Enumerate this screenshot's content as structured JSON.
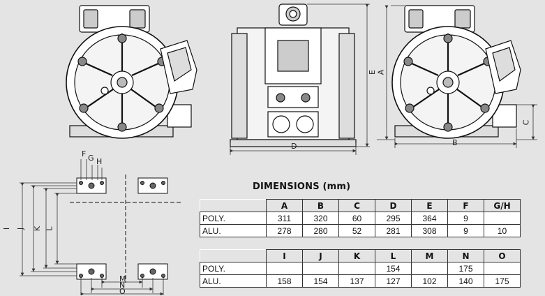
{
  "drawing_labels": {
    "A": "A",
    "B": "B",
    "C": "C",
    "D": "D",
    "E": "E",
    "F": "F",
    "G": "G",
    "H": "H",
    "I": "I",
    "J": "J",
    "K": "K",
    "L": "L",
    "M": "M",
    "N": "N",
    "O": "O"
  },
  "table_title": "DIMENSIONS (mm)",
  "table1": {
    "headers": [
      "A",
      "B",
      "C",
      "D",
      "E",
      "F",
      "G/H"
    ],
    "rows": [
      {
        "label": "POLY.",
        "cells": [
          "311",
          "320",
          "60",
          "295",
          "364",
          "9",
          ""
        ]
      },
      {
        "label": "ALU.",
        "cells": [
          "278",
          "280",
          "52",
          "281",
          "308",
          "9",
          "10"
        ]
      }
    ]
  },
  "table2": {
    "headers": [
      "I",
      "J",
      "K",
      "L",
      "M",
      "N",
      "O"
    ],
    "rows": [
      {
        "label": "POLY.",
        "cells": [
          "",
          "",
          "",
          "154",
          "",
          "175",
          ""
        ]
      },
      {
        "label": "ALU.",
        "cells": [
          "158",
          "154",
          "137",
          "127",
          "102",
          "140",
          "175"
        ]
      }
    ]
  }
}
